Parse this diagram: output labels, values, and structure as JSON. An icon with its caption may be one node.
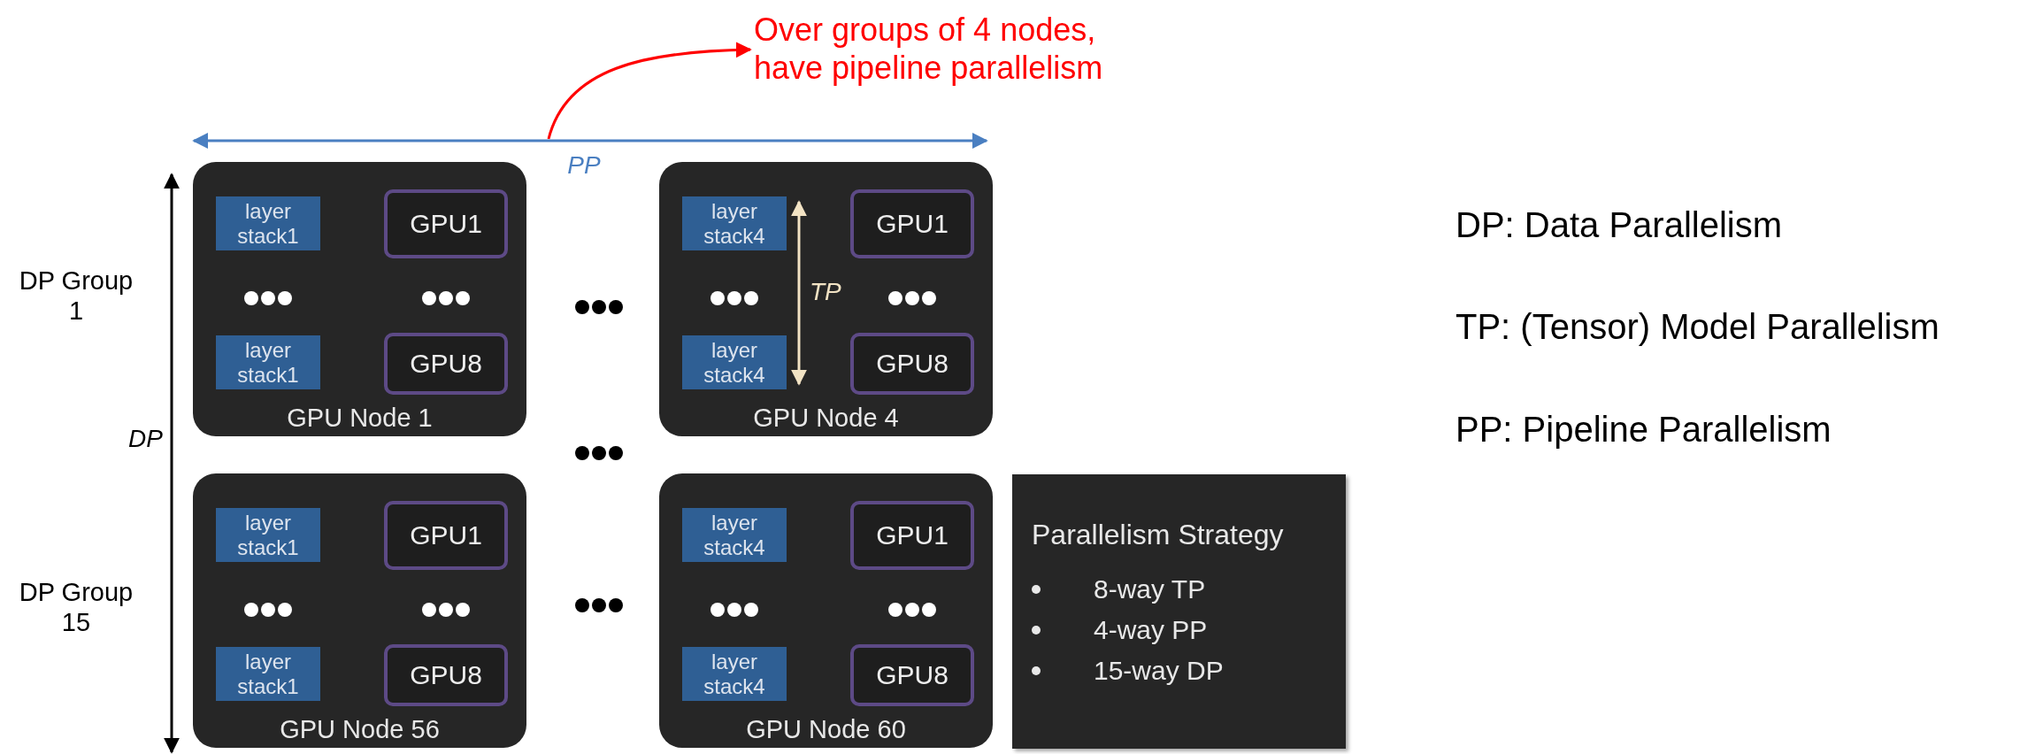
{
  "diagram": {
    "nodes": [
      {
        "text": [
          "GPU Node 1"
        ]
      },
      {
        "text": [
          "layer stack1"
        ],
        "in": 0
      },
      {
        "text": [
          "GPU1"
        ],
        "in": 0
      },
      {
        "text": [
          "layer stack1"
        ],
        "in": 0
      },
      {
        "text": [
          "GPU8"
        ],
        "in": 0
      },
      {
        "text": [
          "GPU Node 4"
        ]
      },
      {
        "text": [
          "layer stack4"
        ],
        "in": 5
      },
      {
        "text": [
          "GPU1"
        ],
        "in": 5
      },
      {
        "text": [
          "layer stack4"
        ],
        "in": 5
      },
      {
        "text": [
          "GPU8"
        ],
        "in": 5
      },
      {
        "text": [
          "GPU Node 56"
        ]
      },
      {
        "text": [
          "layer stack1"
        ],
        "in": 10
      },
      {
        "text": [
          "GPU1"
        ],
        "in": 10
      },
      {
        "text": [
          "layer stack1"
        ],
        "in": 10
      },
      {
        "text": [
          "GPU8"
        ],
        "in": 10
      },
      {
        "text": [
          "GPU Node 60"
        ]
      },
      {
        "text": [
          "layer stack4"
        ],
        "in": 15
      },
      {
        "text": [
          "GPU1"
        ],
        "in": 15
      },
      {
        "text": [
          "layer stack4"
        ],
        "in": 15
      },
      {
        "text": [
          "GPU8"
        ],
        "in": 15
      },
      {
        "text": [
          "Parallelism Strategy",
          "8-way TP",
          "4-way PP",
          "15-way DP"
        ]
      },
      {
        "text": [
          "Over groups of 4 nodes, have pipeline parallelism"
        ]
      }
    ],
    "edges": [
      {
        "from": null,
        "to": 21,
        "arrow": "to",
        "color": "#ff0000"
      },
      {
        "from": 0,
        "to": 5,
        "arrow": "both",
        "label": "PP",
        "color": "#4a7fc1"
      },
      {
        "from": 6,
        "to": 8,
        "arrow": "both",
        "label": "TP",
        "color": "#f2e3c4"
      },
      {
        "from": 0,
        "to": 10,
        "arrow": "both",
        "label": "DP",
        "color": "#000000"
      }
    ],
    "labels": [
      "DP Group 1",
      "DP Group 15",
      "DP: Data Parallelism",
      "TP: (Tensor) Model Parallelism",
      "PP: Pipeline Parallelism"
    ]
  }
}
